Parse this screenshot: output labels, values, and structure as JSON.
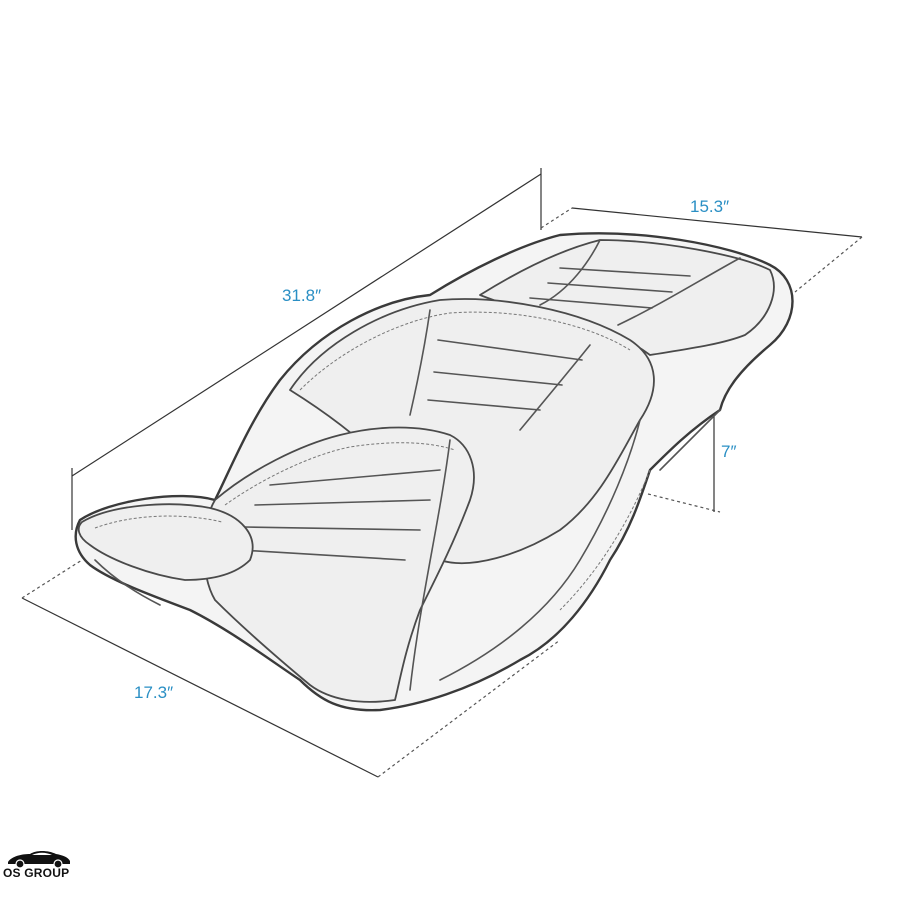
{
  "diagram": {
    "dimensions": {
      "length": "31.8″",
      "width_back": "15.3″",
      "height": "7″",
      "width_front": "17.3″"
    },
    "logo": {
      "text": "OS GROUP",
      "icon": "car-icon"
    }
  }
}
